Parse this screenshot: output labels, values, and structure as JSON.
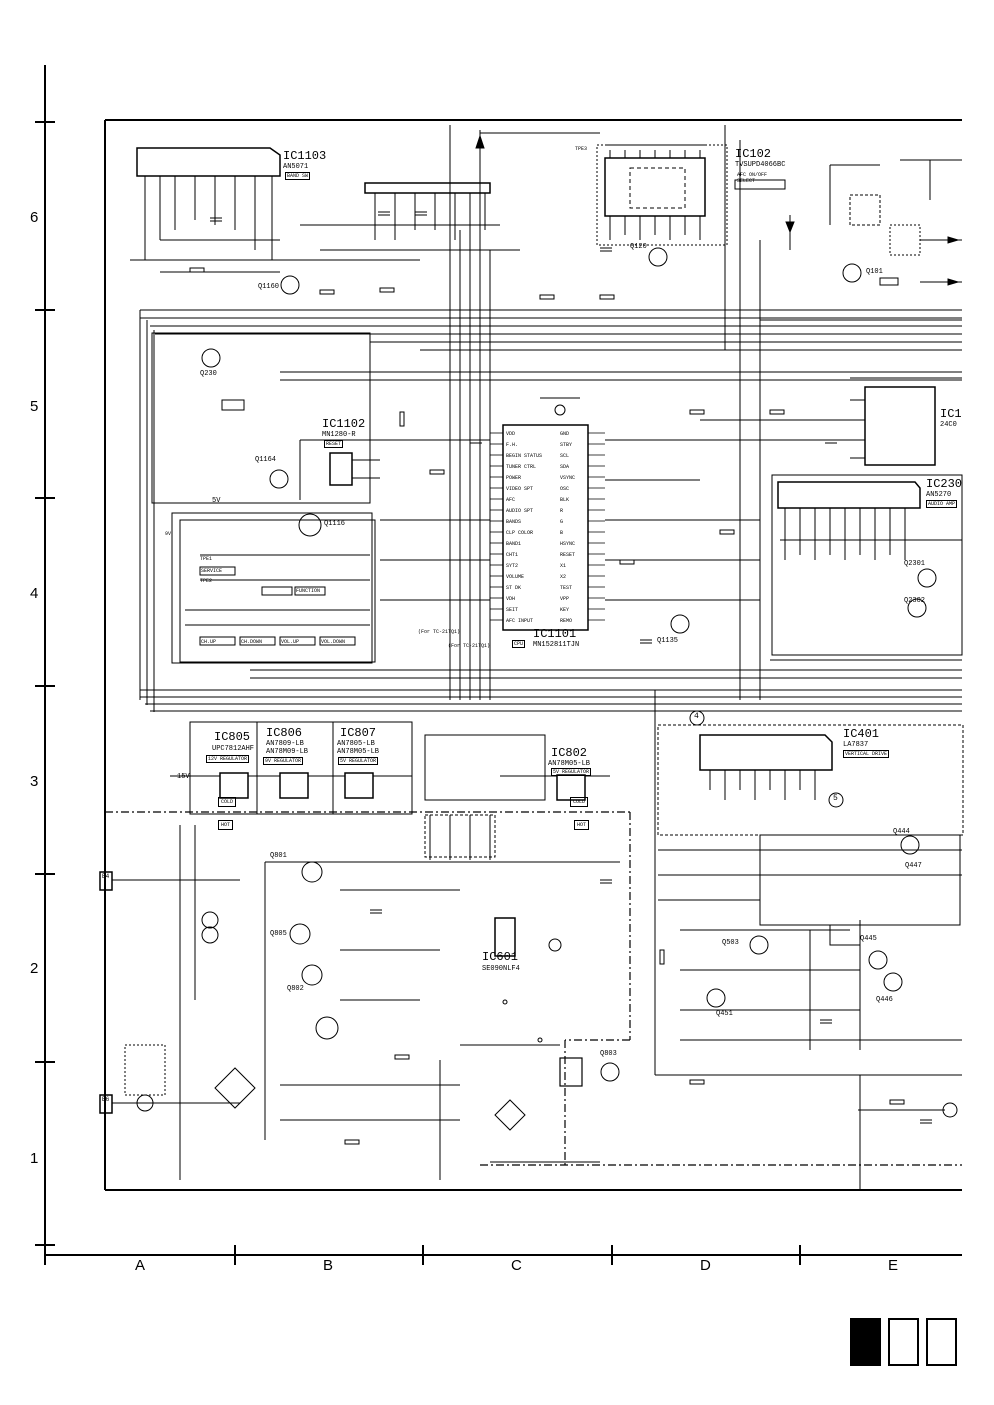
{
  "rows": [
    "6",
    "5",
    "4",
    "3",
    "2",
    "1"
  ],
  "columns": [
    "A",
    "B",
    "C",
    "D",
    "E"
  ],
  "ics": [
    {
      "id": "ic1103",
      "ref": "IC1103",
      "part": "AN5071",
      "func": "BAND SW"
    },
    {
      "id": "ic102",
      "ref": "IC102",
      "part": "TVSUPD4066BC",
      "func": "AFC ON/OFF SELECT"
    },
    {
      "id": "ic1102",
      "ref": "IC1102",
      "part": "MN1280-R",
      "func": "RESET"
    },
    {
      "id": "ic1101",
      "ref": "IC1101",
      "part": "MN152811TJN",
      "func": "CPU"
    },
    {
      "id": "ic230",
      "ref": "IC230",
      "part": "AN5270",
      "func": "AUDIO AMP"
    },
    {
      "id": "ic805",
      "ref": "IC805",
      "part": "UPC7812AHF",
      "func": "12V REGULATOR"
    },
    {
      "id": "ic806",
      "ref": "IC806",
      "part": "AN7809-LB",
      "part2": "AN78M09-LB",
      "func": "9V REGULATOR"
    },
    {
      "id": "ic807",
      "ref": "IC807",
      "part": "AN7805-LB",
      "part2": "AN78M05-LB",
      "func": "5V REGULATOR"
    },
    {
      "id": "ic802",
      "ref": "IC802",
      "part": "AN78M05-LB",
      "func": "5V REGULATOR"
    },
    {
      "id": "ic401",
      "ref": "IC401",
      "part": "LA7837",
      "func": "VERTICAL DRIVE"
    },
    {
      "id": "ic601",
      "ref": "IC601",
      "part": "SE090NLF4"
    }
  ],
  "partial_ic": {
    "ref": "IC1",
    "part": "24C0"
  },
  "transistors": [
    "Q1160",
    "Q230",
    "Q1164",
    "Q1116",
    "Q120",
    "Q101",
    "Q2301",
    "Q2302",
    "Q1135",
    "Q801",
    "Q805",
    "Q802",
    "Q803",
    "Q503",
    "Q451",
    "Q445",
    "Q446",
    "Q447",
    "Q444"
  ],
  "connectors": [
    "E4",
    "E6"
  ],
  "section_labels": {
    "cold": "COLD",
    "hot": "HOT"
  },
  "cpu_pins_left": [
    "VDD",
    "F.H.",
    "BEGIN STATUS",
    "TUNER CTRL",
    "POWER",
    "VIDEO SPT",
    "AFC",
    "AUDIO SPT",
    "BANDS",
    "CLP COLOR",
    "BAND1",
    "CHT1",
    "SYT2",
    "VOLUME",
    "ST DK",
    "VDH",
    "SEIT",
    "AFC INPUT"
  ],
  "cpu_pins_right": [
    "GND",
    "STBY",
    "SCL",
    "SDA",
    "VSYNC",
    "OSC",
    "BLK",
    "R",
    "G",
    "B",
    "HSYNC",
    "RESET",
    "X1",
    "X2",
    "TEST",
    "VPP",
    "KEY",
    "REMO"
  ],
  "switch_labels": [
    "SERVICE",
    "FUNCTION",
    "CH.UP",
    "CH.DOWN",
    "VOL.UP",
    "VOL.DOWN"
  ],
  "markers": [
    "4",
    "5"
  ],
  "notes": [
    "(For TC-21TQ1)",
    "(For TC-21TQ1)",
    "15V",
    "5V",
    "9V",
    "TPE1",
    "TPE2",
    "TPE3"
  ]
}
